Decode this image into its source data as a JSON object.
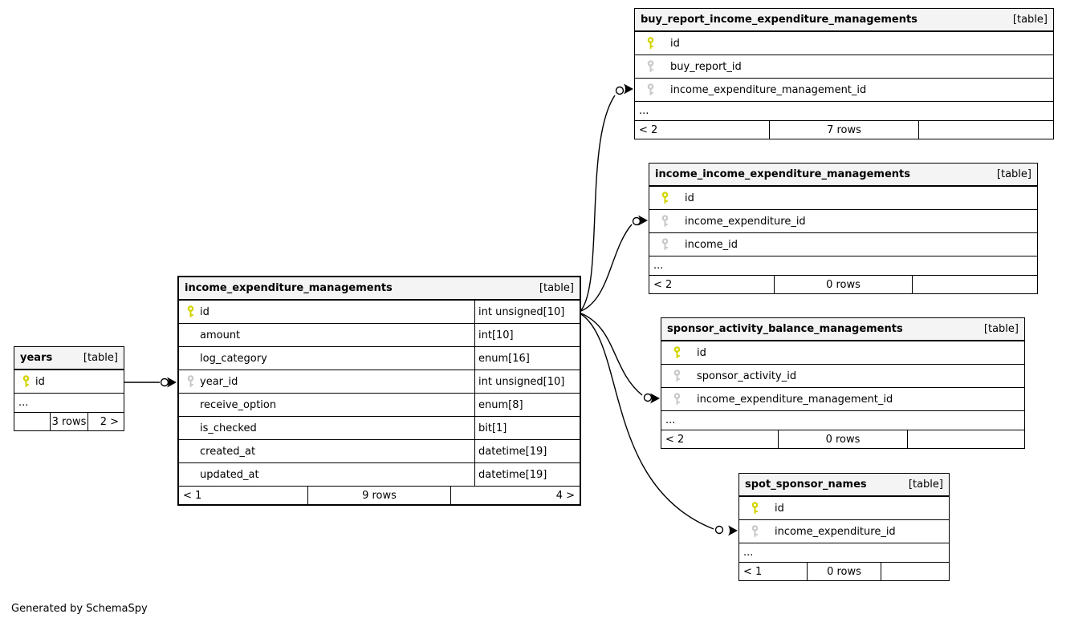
{
  "footer_note": "Generated by SchemaSpy",
  "colors": {
    "pk": "#d4d400",
    "fk": "#c9c9c9",
    "border": "#000000",
    "header_bg": "#f4f4f4"
  },
  "tables": {
    "years": {
      "title": "years",
      "tag": "[table]",
      "columns": [
        {
          "name": "id",
          "key": "pk"
        }
      ],
      "ellipsis": "...",
      "footer": {
        "left": "",
        "center": "3 rows",
        "right": "2 >"
      }
    },
    "income_expenditure_managements": {
      "title": "income_expenditure_managements",
      "tag": "[table]",
      "columns": [
        {
          "name": "id",
          "type": "int unsigned[10]",
          "key": "pk"
        },
        {
          "name": "amount",
          "type": "int[10]",
          "key": ""
        },
        {
          "name": "log_category",
          "type": "enum[16]",
          "key": ""
        },
        {
          "name": "year_id",
          "type": "int unsigned[10]",
          "key": "fk"
        },
        {
          "name": "receive_option",
          "type": "enum[8]",
          "key": ""
        },
        {
          "name": "is_checked",
          "type": "bit[1]",
          "key": ""
        },
        {
          "name": "created_at",
          "type": "datetime[19]",
          "key": ""
        },
        {
          "name": "updated_at",
          "type": "datetime[19]",
          "key": ""
        }
      ],
      "ellipsis": "",
      "footer": {
        "left": "< 1",
        "center": "9 rows",
        "right": "4 >"
      }
    },
    "buy_report_income_expenditure_managements": {
      "title": "buy_report_income_expenditure_managements",
      "tag": "[table]",
      "columns": [
        {
          "name": "id",
          "key": "pk"
        },
        {
          "name": "buy_report_id",
          "key": "fk"
        },
        {
          "name": "income_expenditure_management_id",
          "key": "fk"
        }
      ],
      "ellipsis": "...",
      "footer": {
        "left": "< 2",
        "center": "7 rows",
        "right": ""
      }
    },
    "income_income_expenditure_managements": {
      "title": "income_income_expenditure_managements",
      "tag": "[table]",
      "columns": [
        {
          "name": "id",
          "key": "pk"
        },
        {
          "name": "income_expenditure_id",
          "key": "fk"
        },
        {
          "name": "income_id",
          "key": "fk"
        }
      ],
      "ellipsis": "...",
      "footer": {
        "left": "< 2",
        "center": "0 rows",
        "right": ""
      }
    },
    "sponsor_activity_balance_managements": {
      "title": "sponsor_activity_balance_managements",
      "tag": "[table]",
      "columns": [
        {
          "name": "id",
          "key": "pk"
        },
        {
          "name": "sponsor_activity_id",
          "key": "fk"
        },
        {
          "name": "income_expenditure_management_id",
          "key": "fk"
        }
      ],
      "ellipsis": "...",
      "footer": {
        "left": "< 2",
        "center": "0 rows",
        "right": ""
      }
    },
    "spot_sponsor_names": {
      "title": "spot_sponsor_names",
      "tag": "[table]",
      "columns": [
        {
          "name": "id",
          "key": "pk"
        },
        {
          "name": "income_expenditure_id",
          "key": "fk"
        }
      ],
      "ellipsis": "...",
      "footer": {
        "left": "< 1",
        "center": "0 rows",
        "right": ""
      }
    }
  }
}
